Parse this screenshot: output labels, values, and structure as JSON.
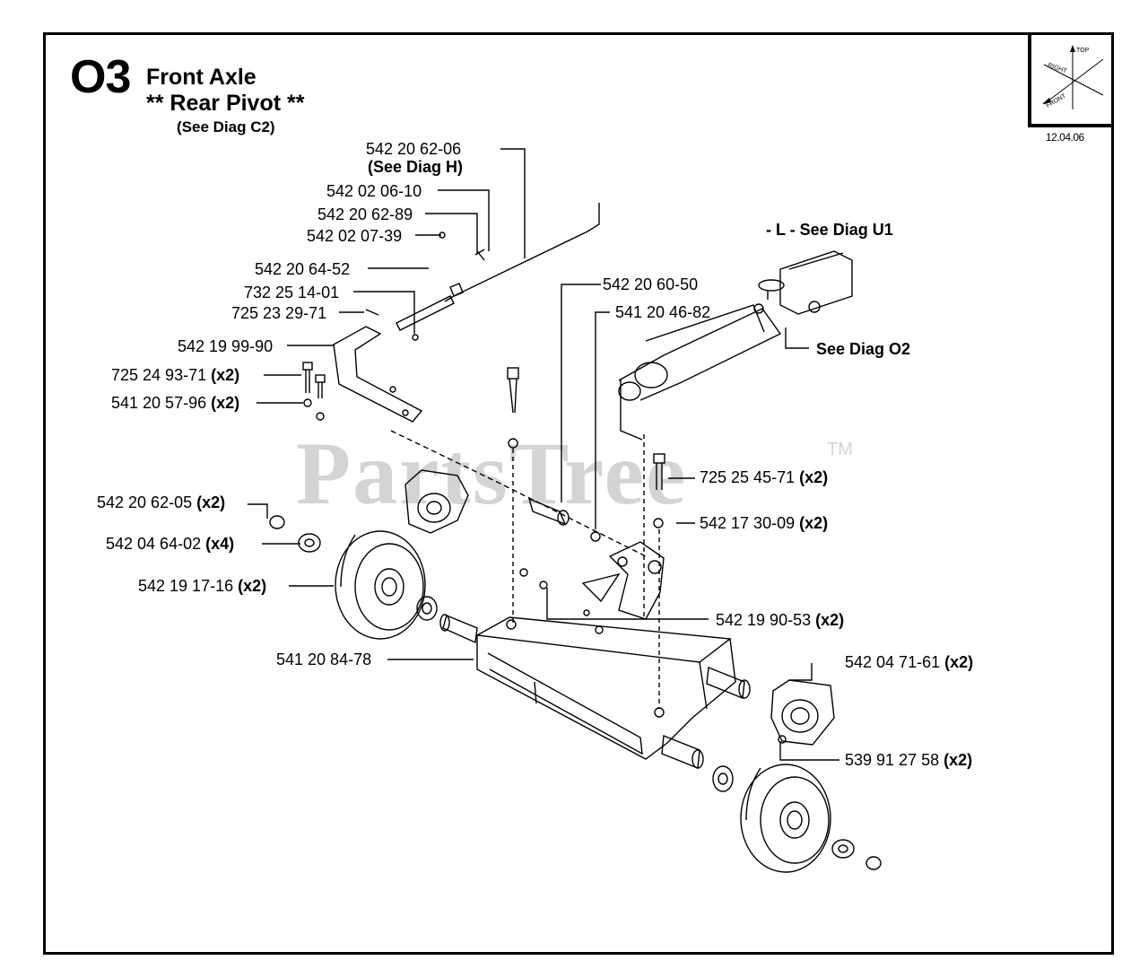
{
  "section": {
    "number": "O3",
    "title": "Front Axle",
    "subtitle": "** Rear Pivot **",
    "note": "(See Diag C2)",
    "date": "12.04.06"
  },
  "compass": {
    "top_label": "TOP",
    "right_label": "RIGHT",
    "front_label": "FRONT"
  },
  "watermark": {
    "text": "PartsTree",
    "tm": "TM"
  },
  "labels": {
    "p1_part": "542 20 62-06",
    "p1_ref": "(See Diag H)",
    "p2_part": "542 02 06-10",
    "p3_part": "542 20 62-89",
    "p4_part": "542 02 07-39",
    "p5_part": "542 20 64-52",
    "p6_part": "732 25 14-01",
    "p7_part": "725 23 29-71",
    "p8_part": "542 19 99-90",
    "p9_part": "725 24 93-71",
    "p9_qty": "(x2)",
    "p10_part": "541 20 57-96",
    "p10_qty": "(x2)",
    "p11_part": "542 20 62-05",
    "p11_qty": "(x2)",
    "p12_part": "542 04 64-02",
    "p12_qty": "(x4)",
    "p13_part": "542 19 17-16",
    "p13_qty": "(x2)",
    "p14_part": "541 20 84-78",
    "p15_part": "542 20 60-50",
    "p16_part": "541 20 46-82",
    "ref_l": "- L -  See Diag U1",
    "ref_o2": "See Diag O2",
    "p17_part": "725 25 45-71",
    "p17_qty": "(x2)",
    "p18_part": "542 17 30-09",
    "p18_qty": "(x2)",
    "p19_part": "542 19 90-53",
    "p19_qty": "(x2)",
    "p20_part": "542 04 71-61",
    "p20_qty": "(x2)",
    "p21_part": "539 91 27 58",
    "p21_qty": "(x2)"
  }
}
